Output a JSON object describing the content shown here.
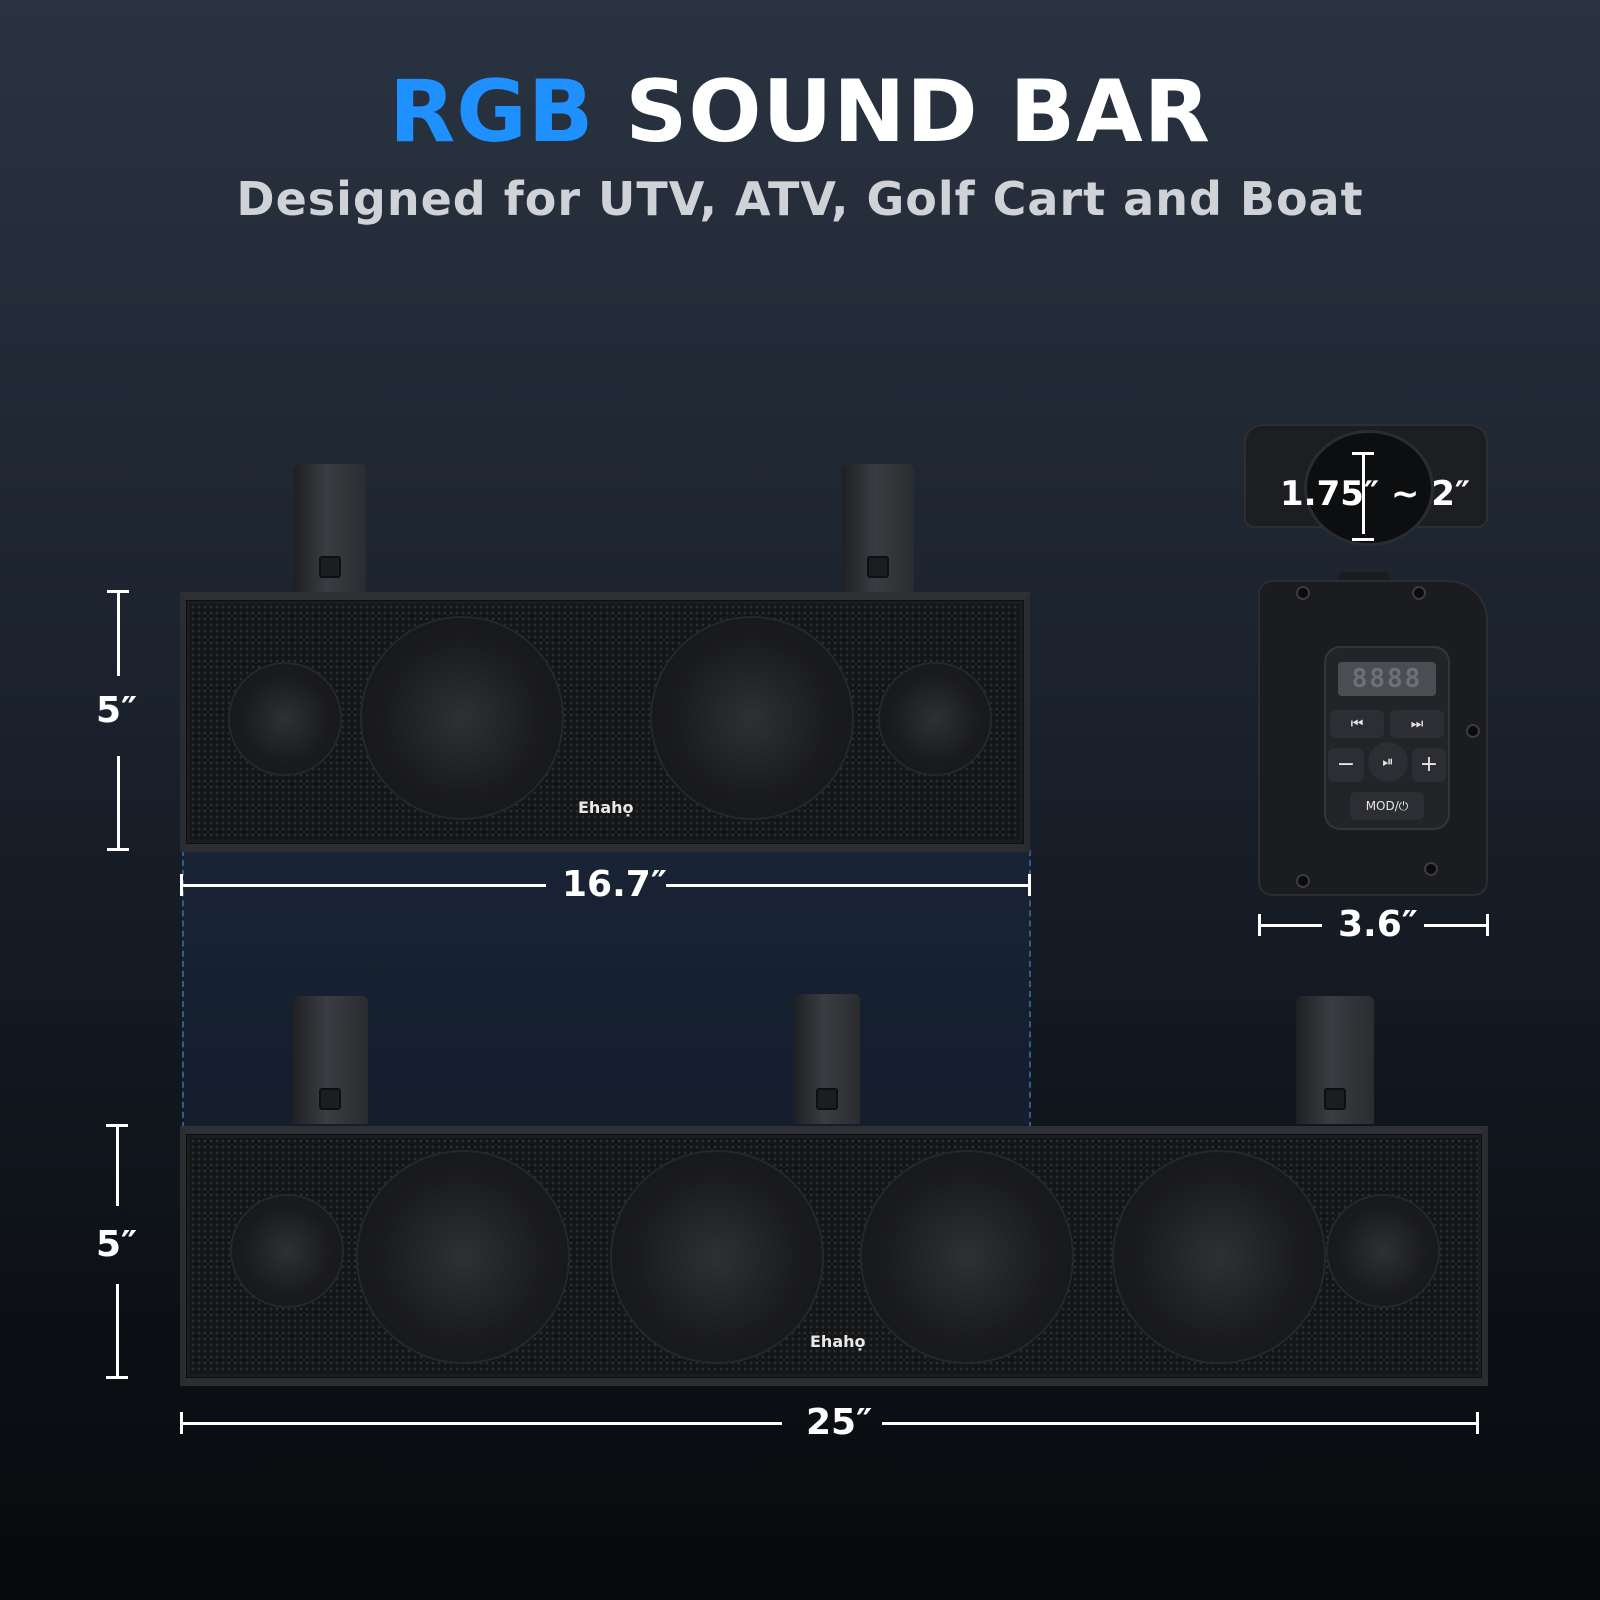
{
  "title": {
    "accent": "RGB",
    "rest": "SOUND BAR"
  },
  "subtitle": "Designed for UTV, ATV, Golf Cart and Boat",
  "small_bar": {
    "height_label": "5″",
    "width_label": "16.7″",
    "brand": "Ehahọ"
  },
  "large_bar": {
    "height_label": "5″",
    "width_label": "25″",
    "brand": "Ehahọ"
  },
  "remote": {
    "clamp_label": "1.75″ ~ 2″",
    "width_label": "3.6″",
    "lcd": "8888",
    "keys": {
      "prev": "⏮",
      "next": "⏭",
      "play": "⏯",
      "minus": "−",
      "plus": "+",
      "mode": "MOD/⏻"
    }
  },
  "colors": {
    "accent": "#1e90ff",
    "subtitle": "#cfd3d8"
  }
}
